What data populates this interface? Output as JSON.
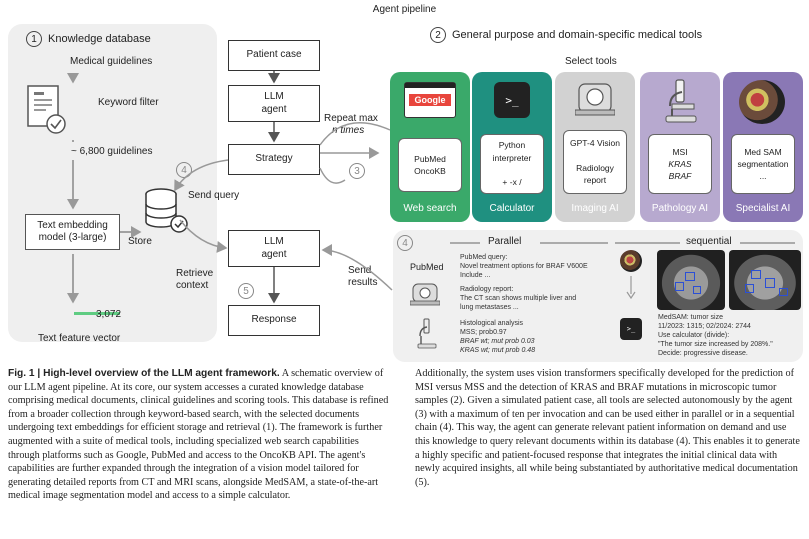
{
  "figure": {
    "title": "Agent pipeline",
    "section1": {
      "number": "1",
      "title": "Knowledge database",
      "medical_guidelines": "Medical guidelines",
      "keyword_filter": "Keyword filter",
      "guidelines_count": "~ 6,800 guidelines",
      "embedding_line1": "Text embedding",
      "embedding_line2": "model (3-large)",
      "store": "Store",
      "vector_dim": "3,072",
      "vector_label": "Text feature vector"
    },
    "flow": {
      "patient_case": "Patient case",
      "llm_agent_1": "LLM\nagent",
      "strategy": "Strategy",
      "llm_agent_2": "LLM\nagent",
      "response": "Response",
      "send_query": "Send query",
      "retrieve_context": "Retrieve\ncontext",
      "repeat_line1": "Repeat max",
      "repeat_line2": "n times",
      "send_results": "Send\nresults",
      "step4": "4",
      "step3": "3",
      "step5": "5"
    },
    "section2": {
      "number": "2",
      "title": "General purpose and domain-specific medical tools",
      "select_tools": "Select tools",
      "tools": [
        {
          "label": "Web search",
          "inner": [
            "PubMed",
            "OncoKB"
          ],
          "color": "#3aa96a",
          "logo": "Google"
        },
        {
          "label": "Calculator",
          "inner": [
            "Python",
            "interpreter",
            "",
            "+ -x /"
          ],
          "color": "#1f9080"
        },
        {
          "label": "Imaging AI",
          "inner": [
            "GPT-4 Vision",
            "",
            "Radiology",
            "report"
          ],
          "color": "#d2d2d2"
        },
        {
          "label": "Pathology AI",
          "inner": [
            "MSI",
            "KRAS",
            "BRAF"
          ],
          "color": "#b7a9cf"
        },
        {
          "label": "Specialist AI",
          "inner": [
            "Med SAM",
            "segmentation",
            "..."
          ],
          "color": "#8a78b5"
        }
      ]
    },
    "section4": {
      "number": "4",
      "parallel": "Parallel",
      "sequential": "sequential",
      "pubmed_label": "PubMed",
      "pubmed_query_title": "PubMed query:",
      "pubmed_query_text": "Novel treatment options for BRAF V600E",
      "pubmed_query_more": "Include ...",
      "radiology_title": "Radiology report:",
      "radiology_text1": "The CT scan shows multiple liver and",
      "radiology_text2": "lung metastases ...",
      "histology_title": "Histological analysis",
      "histology_msi": "MSS; prob0.97",
      "histology_braf": "BRAF wt; mut prob 0.03",
      "histology_kras": "KRAS wt; mut prob 0.48",
      "medsam_title": "MedSAM: tumor size",
      "medsam_values": "11/2023: 1315;  02/2024: 2744",
      "calc_line": "Use calculator (divide):",
      "calc_result": "\"The tumor size increased by 208%.\"",
      "decision": "Decide: progressive disease."
    }
  },
  "caption_left": {
    "bold": "Fig. 1 | High-level overview of the LLM agent framework.",
    "text": " A schematic overview of our LLM agent pipeline. At its core, our system accesses a curated knowledge database comprising medical documents, clinical guidelines and scoring tools. This database is refined from a broader collection through keyword-based search, with the selected documents undergoing text embeddings for efficient storage and retrieval (1). The framework is further augmented with a suite of medical tools, including specialized web search capabilities through platforms such as Google, PubMed and access to the OncoKB API. The agent's capabilities are further expanded through the integration of a vision model tailored for generating detailed reports from CT and MRI scans, alongside MedSAM, a state-of-the-art medical image segmentation model and access to a simple calculator."
  },
  "caption_right": {
    "text": "Additionally, the system uses vision transformers specifically developed for the prediction of MSI versus MSS and the detection of KRAS and BRAF mutations in microscopic tumor samples (2). Given a simulated patient case, all tools are selected autonomously by the agent (3) with a maximum of ten per invocation and can be used either in parallel or in a sequential chain (4). This way, the agent can generate relevant patient information on demand and use this knowledge to query relevant documents within its database (4). This enables it to generate a highly specific and patient-focused response that integrates the initial clinical data with newly acquired insights, all while being substantiated by authoritative medical documentation (5)."
  }
}
